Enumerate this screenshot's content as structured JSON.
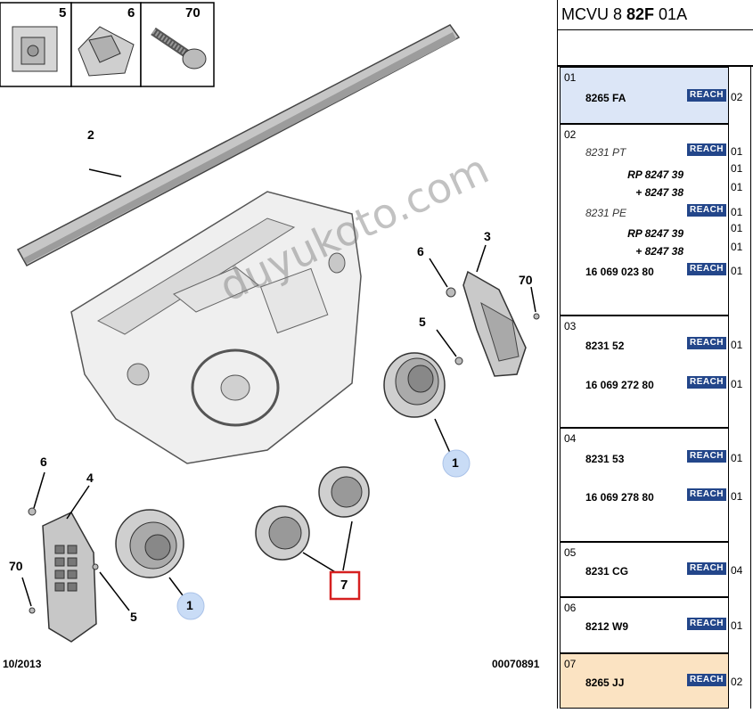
{
  "diagram": {
    "footer_date": "10/2013",
    "footer_code": "00070891",
    "watermark": "duyukoto.com",
    "labels": {
      "n5_top": "5",
      "n6_top": "6",
      "n70_top": "70",
      "n2": "2",
      "n3": "3",
      "n6_right": "6",
      "n70_right": "70",
      "n5_right": "5",
      "n1_right": "1",
      "n6_left": "6",
      "n4": "4",
      "n70_left": "70",
      "n5_left": "5",
      "n1_left": "1",
      "n7": "7"
    }
  },
  "side": {
    "ref_prefix": "MCVU 8 ",
    "ref_bold": "82F",
    "ref_suffix": " 01A",
    "badge_text": "REACH",
    "rows": [
      {
        "num": "01",
        "lines": [
          "8265 FA"
        ],
        "qty": [
          "02"
        ],
        "color": "#dce6f7"
      },
      {
        "num": "02",
        "lines": [
          "8231 PT",
          "RP 8247 39",
          "+ 8247 38",
          "8231 PE",
          "RP 8247 39",
          "+ 8247 38",
          "16 069 023 80"
        ],
        "qty": [
          "01",
          "01",
          "01",
          "01",
          "01",
          "01",
          "01"
        ],
        "color": "#ffffff"
      },
      {
        "num": "03",
        "lines": [
          "8231 52",
          "16 069 272 80"
        ],
        "qty": [
          "01",
          "01"
        ],
        "color": "#ffffff"
      },
      {
        "num": "04",
        "lines": [
          "8231 53",
          "16 069 278 80"
        ],
        "qty": [
          "01",
          "01"
        ],
        "color": "#ffffff"
      },
      {
        "num": "05",
        "lines": [
          "8231 CG"
        ],
        "qty": [
          "04"
        ],
        "color": "#ffffff"
      },
      {
        "num": "06",
        "lines": [
          "8212 W9"
        ],
        "qty": [
          "01"
        ],
        "color": "#ffffff"
      },
      {
        "num": "07",
        "lines": [
          "8265 JJ"
        ],
        "qty": [
          "02"
        ],
        "color": "#fbe3c2"
      }
    ]
  }
}
